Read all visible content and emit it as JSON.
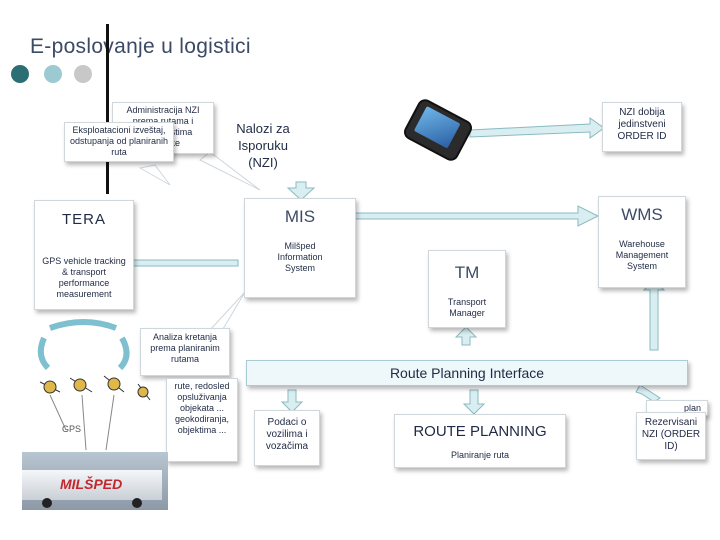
{
  "title": "E-poslovanje u logistici",
  "colors": {
    "title": "#3b4a66",
    "dot_dark": "#2b6e73",
    "dot_mid": "#9ccad1",
    "dot_light": "#c8c8c8",
    "arrow": "#d9eef1",
    "arrow_stroke": "#8ab9c2",
    "box_border": "#cfd6dc",
    "text": "#1f2a44"
  },
  "callouts": {
    "admin": "Administracija NZI prema rutama i mogućnostima isporuke",
    "eksploatacioni": "Eksploatacioni izveštaj, odstupanja od planiranih ruta",
    "analiza": "Analiza kretanja prema planiranim rutama",
    "rute": "rute, redosled opsluživanja objekata ... geokodiranja, objektima ...",
    "rezervisani_plan": "plan",
    "rezervisani": "Rezervisani NZI (ORDER ID)"
  },
  "nalozi": "Nalozi za Isporuku (NZI)",
  "order_id_note": "NZI dobija jedinstveni ORDER ID",
  "tera": {
    "title": "TERA",
    "desc": "GPS vehicle tracking & transport performance measurement"
  },
  "mis": {
    "title": "MIS",
    "desc": "Milšped Information System"
  },
  "wms": {
    "title": "WMS",
    "desc": "Warehouse Management System"
  },
  "tm": {
    "title": "TM",
    "desc": "Transport Manager"
  },
  "rpi": "Route Planning Interface",
  "route_planning": {
    "title": "ROUTE PLANNING",
    "desc": "Planiranje ruta"
  },
  "podaci": "Podaci o vozilima i vozačima",
  "gps_label": "GPS",
  "truck_brand": "MILŠPED",
  "icons": [
    "smartphone-icon",
    "satellite-icon",
    "cycle-arrows-icon",
    "truck-image"
  ]
}
